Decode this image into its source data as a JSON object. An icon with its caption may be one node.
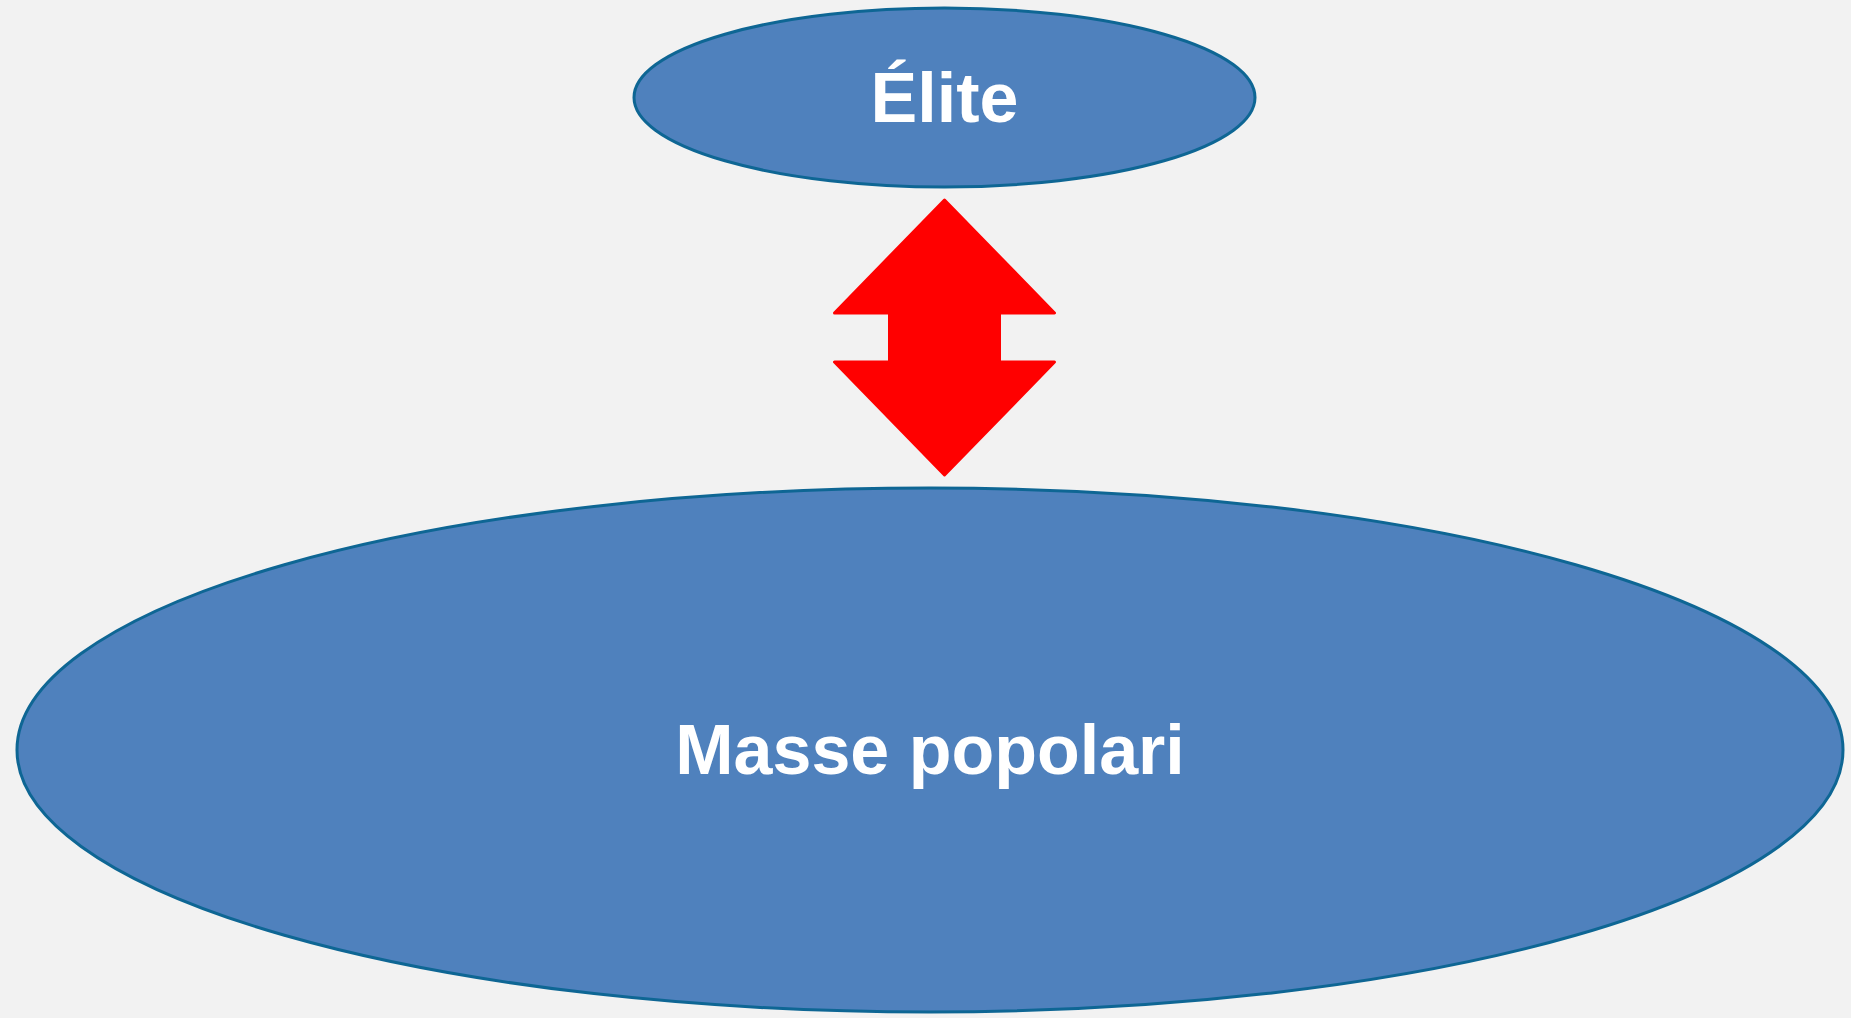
{
  "diagram": {
    "nodes": [
      {
        "text": [
          "Élite"
        ]
      },
      {
        "text": [
          "Masse popolari"
        ]
      }
    ],
    "edges": [
      {
        "from": 0,
        "to": 1,
        "arrow": "both",
        "style": "thick",
        "color": "#ff0000"
      }
    ]
  }
}
